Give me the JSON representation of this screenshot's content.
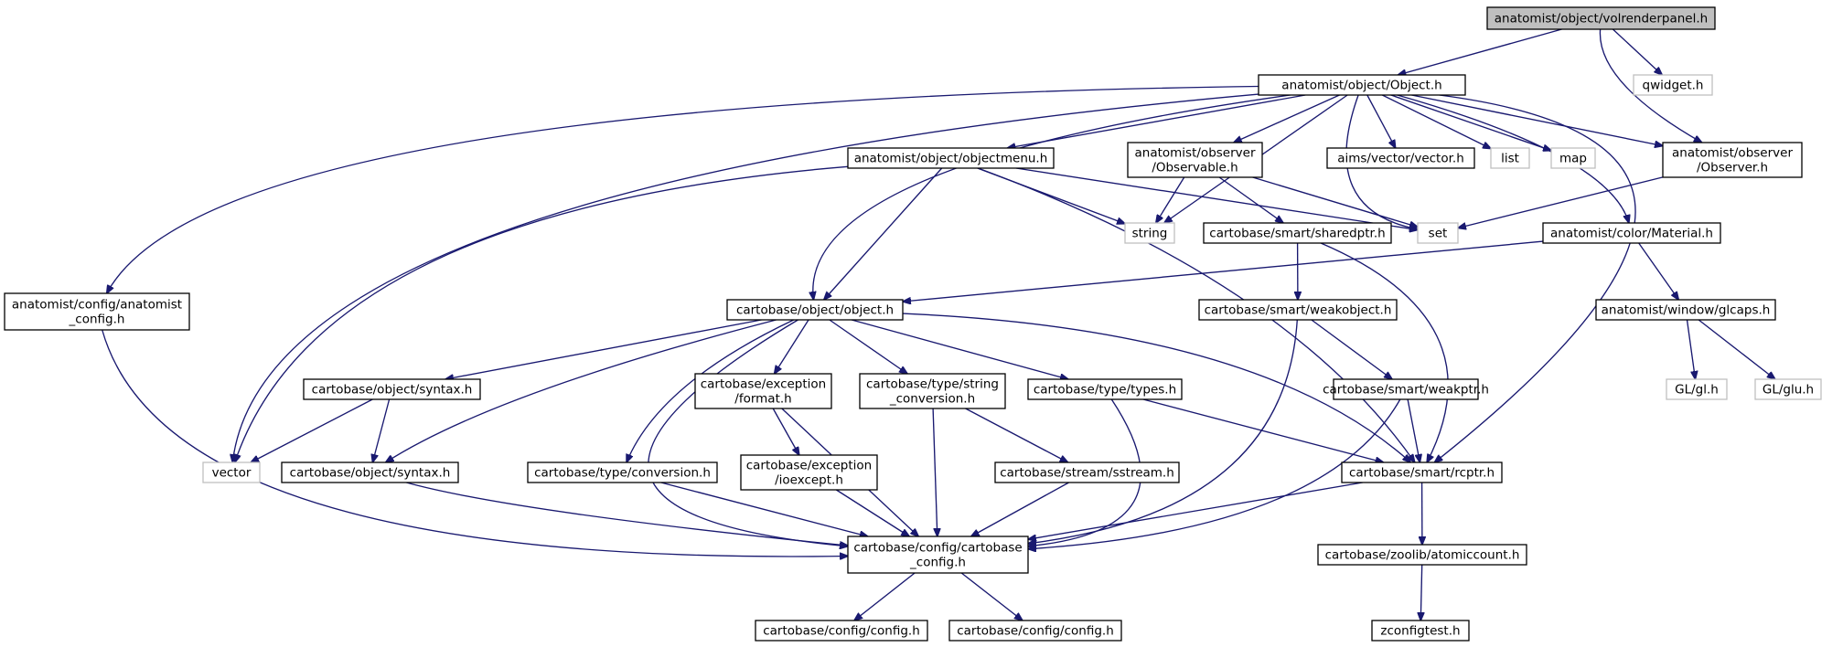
{
  "colors": {
    "edge": "#191970",
    "node_border": "#000000",
    "external_border": "#bfbfbf",
    "root_fill": "#bfbfbf",
    "node_fill": "#ffffff",
    "text": "#000000"
  },
  "nodes": [
    {
      "id": "volrenderpanel",
      "lines": [
        "anatomist/object/volrenderpanel.h"
      ],
      "kind": "root"
    },
    {
      "id": "object_h",
      "lines": [
        "anatomist/object/Object.h"
      ],
      "kind": "normal"
    },
    {
      "id": "qwidget",
      "lines": [
        "qwidget.h"
      ],
      "kind": "external"
    },
    {
      "id": "anatomist_config",
      "lines": [
        "anatomist/config/anatomist",
        "_config.h"
      ],
      "kind": "normal"
    },
    {
      "id": "objectmenu",
      "lines": [
        "anatomist/object/objectmenu.h"
      ],
      "kind": "normal"
    },
    {
      "id": "observable",
      "lines": [
        "anatomist/observer",
        "/Observable.h"
      ],
      "kind": "normal"
    },
    {
      "id": "aims_vector",
      "lines": [
        "aims/vector/vector.h"
      ],
      "kind": "normal"
    },
    {
      "id": "list",
      "lines": [
        "list"
      ],
      "kind": "external"
    },
    {
      "id": "map",
      "lines": [
        "map"
      ],
      "kind": "external"
    },
    {
      "id": "observer",
      "lines": [
        "anatomist/observer",
        "/Observer.h"
      ],
      "kind": "normal"
    },
    {
      "id": "string",
      "lines": [
        "string"
      ],
      "kind": "external"
    },
    {
      "id": "sharedptr",
      "lines": [
        "cartobase/smart/sharedptr.h"
      ],
      "kind": "normal"
    },
    {
      "id": "set",
      "lines": [
        "set"
      ],
      "kind": "external"
    },
    {
      "id": "material",
      "lines": [
        "anatomist/color/Material.h"
      ],
      "kind": "normal"
    },
    {
      "id": "cb_object",
      "lines": [
        "cartobase/object/object.h"
      ],
      "kind": "normal"
    },
    {
      "id": "weakobject",
      "lines": [
        "cartobase/smart/weakobject.h"
      ],
      "kind": "normal"
    },
    {
      "id": "glcaps",
      "lines": [
        "anatomist/window/glcaps.h"
      ],
      "kind": "normal"
    },
    {
      "id": "syntax_a",
      "lines": [
        "cartobase/object/syntax.h"
      ],
      "kind": "normal"
    },
    {
      "id": "exc_format",
      "lines": [
        "cartobase/exception",
        "/format.h"
      ],
      "kind": "normal"
    },
    {
      "id": "string_conv",
      "lines": [
        "cartobase/type/string",
        "_conversion.h"
      ],
      "kind": "normal"
    },
    {
      "id": "types",
      "lines": [
        "cartobase/type/types.h"
      ],
      "kind": "normal"
    },
    {
      "id": "weakptr",
      "lines": [
        "cartobase/smart/weakptr.h"
      ],
      "kind": "normal"
    },
    {
      "id": "gl",
      "lines": [
        "GL/gl.h"
      ],
      "kind": "external"
    },
    {
      "id": "glu",
      "lines": [
        "GL/glu.h"
      ],
      "kind": "external"
    },
    {
      "id": "vector",
      "lines": [
        "vector"
      ],
      "kind": "external"
    },
    {
      "id": "syntax_b",
      "lines": [
        "cartobase/object/syntax.h"
      ],
      "kind": "normal"
    },
    {
      "id": "conversion",
      "lines": [
        "cartobase/type/conversion.h"
      ],
      "kind": "normal"
    },
    {
      "id": "ioexcept",
      "lines": [
        "cartobase/exception",
        "/ioexcept.h"
      ],
      "kind": "normal"
    },
    {
      "id": "sstream",
      "lines": [
        "cartobase/stream/sstream.h"
      ],
      "kind": "normal"
    },
    {
      "id": "rcptr",
      "lines": [
        "cartobase/smart/rcptr.h"
      ],
      "kind": "normal"
    },
    {
      "id": "cb_config",
      "lines": [
        "cartobase/config/cartobase",
        "_config.h"
      ],
      "kind": "normal"
    },
    {
      "id": "atomiccount",
      "lines": [
        "cartobase/zoolib/atomiccount.h"
      ],
      "kind": "normal"
    },
    {
      "id": "config_a",
      "lines": [
        "cartobase/config/config.h"
      ],
      "kind": "normal"
    },
    {
      "id": "config_b",
      "lines": [
        "cartobase/config/config.h"
      ],
      "kind": "normal"
    },
    {
      "id": "zconfigtest",
      "lines": [
        "zconfigtest.h"
      ],
      "kind": "normal"
    }
  ],
  "edges": [
    [
      "volrenderpanel",
      "object_h"
    ],
    [
      "volrenderpanel",
      "qwidget"
    ],
    [
      "volrenderpanel",
      "observer"
    ],
    [
      "object_h",
      "anatomist_config"
    ],
    [
      "object_h",
      "vector"
    ],
    [
      "object_h",
      "objectmenu"
    ],
    [
      "object_h",
      "cb_object"
    ],
    [
      "object_h",
      "string"
    ],
    [
      "object_h",
      "observable"
    ],
    [
      "object_h",
      "set"
    ],
    [
      "object_h",
      "aims_vector"
    ],
    [
      "object_h",
      "list"
    ],
    [
      "object_h",
      "map"
    ],
    [
      "object_h",
      "observer"
    ],
    [
      "object_h",
      "material"
    ],
    [
      "object_h",
      "rcptr"
    ],
    [
      "anatomist_config",
      "cb_config"
    ],
    [
      "objectmenu",
      "vector"
    ],
    [
      "objectmenu",
      "cb_object"
    ],
    [
      "objectmenu",
      "string"
    ],
    [
      "objectmenu",
      "set"
    ],
    [
      "objectmenu",
      "rcptr"
    ],
    [
      "observable",
      "string"
    ],
    [
      "observable",
      "set"
    ],
    [
      "observable",
      "sharedptr"
    ],
    [
      "observer",
      "set"
    ],
    [
      "sharedptr",
      "weakobject"
    ],
    [
      "sharedptr",
      "rcptr"
    ],
    [
      "material",
      "cb_object"
    ],
    [
      "material",
      "glcaps"
    ],
    [
      "cb_object",
      "syntax_a"
    ],
    [
      "cb_object",
      "syntax_b"
    ],
    [
      "cb_object",
      "cb_config"
    ],
    [
      "cb_object",
      "conversion"
    ],
    [
      "cb_object",
      "exc_format"
    ],
    [
      "cb_object",
      "string_conv"
    ],
    [
      "cb_object",
      "types"
    ],
    [
      "cb_object",
      "rcptr"
    ],
    [
      "weakobject",
      "cb_config"
    ],
    [
      "weakobject",
      "weakptr"
    ],
    [
      "glcaps",
      "gl"
    ],
    [
      "glcaps",
      "glu"
    ],
    [
      "syntax_a",
      "vector"
    ],
    [
      "syntax_a",
      "syntax_b"
    ],
    [
      "exc_format",
      "ioexcept"
    ],
    [
      "exc_format",
      "cb_config"
    ],
    [
      "string_conv",
      "cb_config"
    ],
    [
      "string_conv",
      "sstream"
    ],
    [
      "types",
      "cb_config"
    ],
    [
      "types",
      "rcptr"
    ],
    [
      "weakptr",
      "cb_config"
    ],
    [
      "weakptr",
      "rcptr"
    ],
    [
      "syntax_b",
      "cb_config"
    ],
    [
      "conversion",
      "cb_config"
    ],
    [
      "ioexcept",
      "cb_config"
    ],
    [
      "sstream",
      "cb_config"
    ],
    [
      "rcptr",
      "cb_config"
    ],
    [
      "rcptr",
      "atomiccount"
    ],
    [
      "cb_config",
      "config_a"
    ],
    [
      "cb_config",
      "config_b"
    ],
    [
      "atomiccount",
      "zconfigtest"
    ]
  ]
}
